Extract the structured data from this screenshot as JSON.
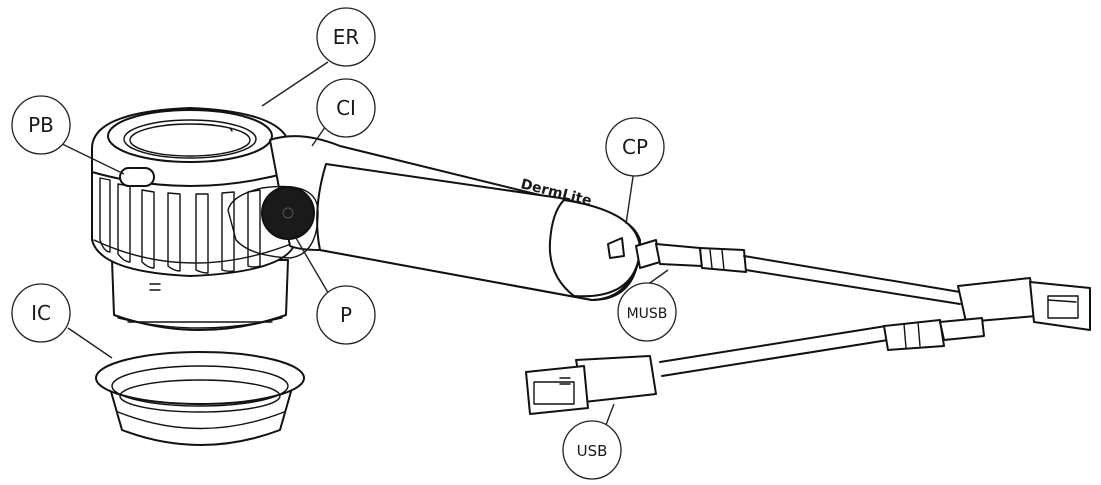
{
  "callouts": {
    "er": "ER",
    "ci": "CI",
    "pb": "PB",
    "cp": "CP",
    "ic": "IC",
    "p": "P",
    "musb": "MUSB",
    "usb": "USB"
  },
  "brand_text": "DermLite",
  "colors": {
    "line": "#111111",
    "background": "#ffffff",
    "button_fill": "#1a1a1a"
  }
}
